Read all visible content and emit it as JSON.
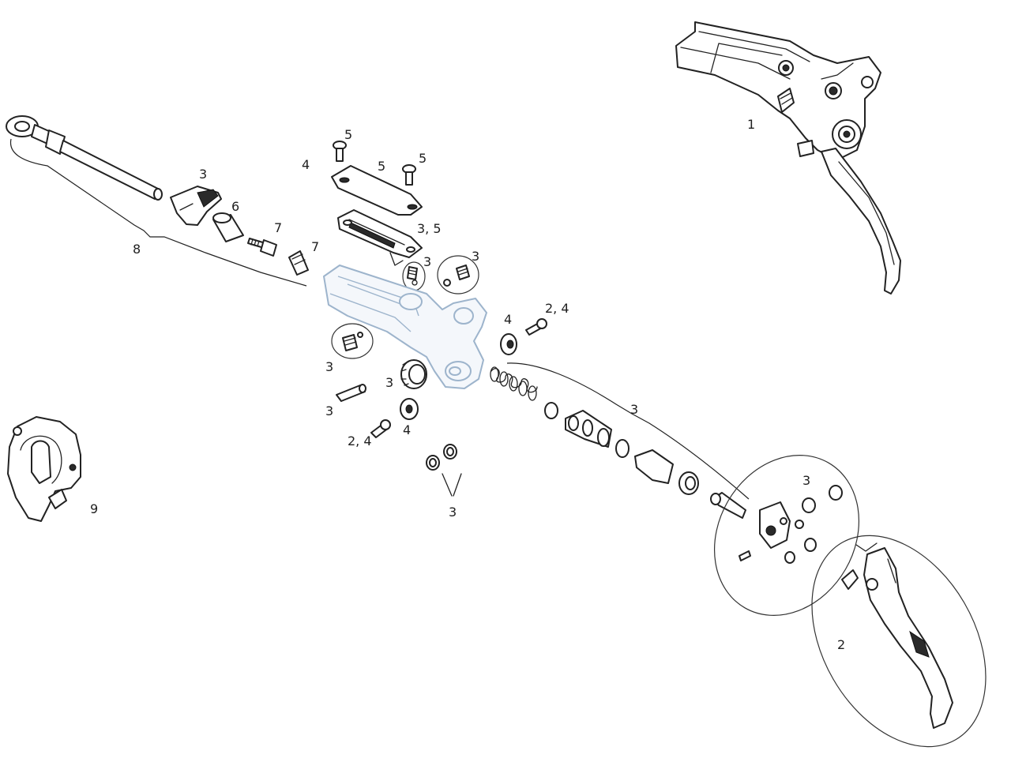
{
  "labels": {
    "part_1": "1",
    "part_2": "2",
    "part_8": "8",
    "part_9": "9",
    "clamp_insert_3": "3",
    "hose_fitting_6": "6",
    "bolt_7": "7",
    "olive_7": "7",
    "cap_4": "4",
    "cap_screw_5_top": "5",
    "cap_5": "5",
    "cap_screw_5_right": "5",
    "diaphragm_3_5": "3, 5",
    "small_screw_3": "3",
    "plug_right_3": "3",
    "plug_left_3": "3",
    "pin_3": "3",
    "knob_3": "3",
    "bearing_upper_4": "4",
    "bolt_upper_2_4": "2, 4",
    "bearing_lower_4": "4",
    "bolt_lower_2_4": "2, 4",
    "bushings_3": "3",
    "piston_kit_3": "3",
    "pivot_kit_3": "3"
  }
}
